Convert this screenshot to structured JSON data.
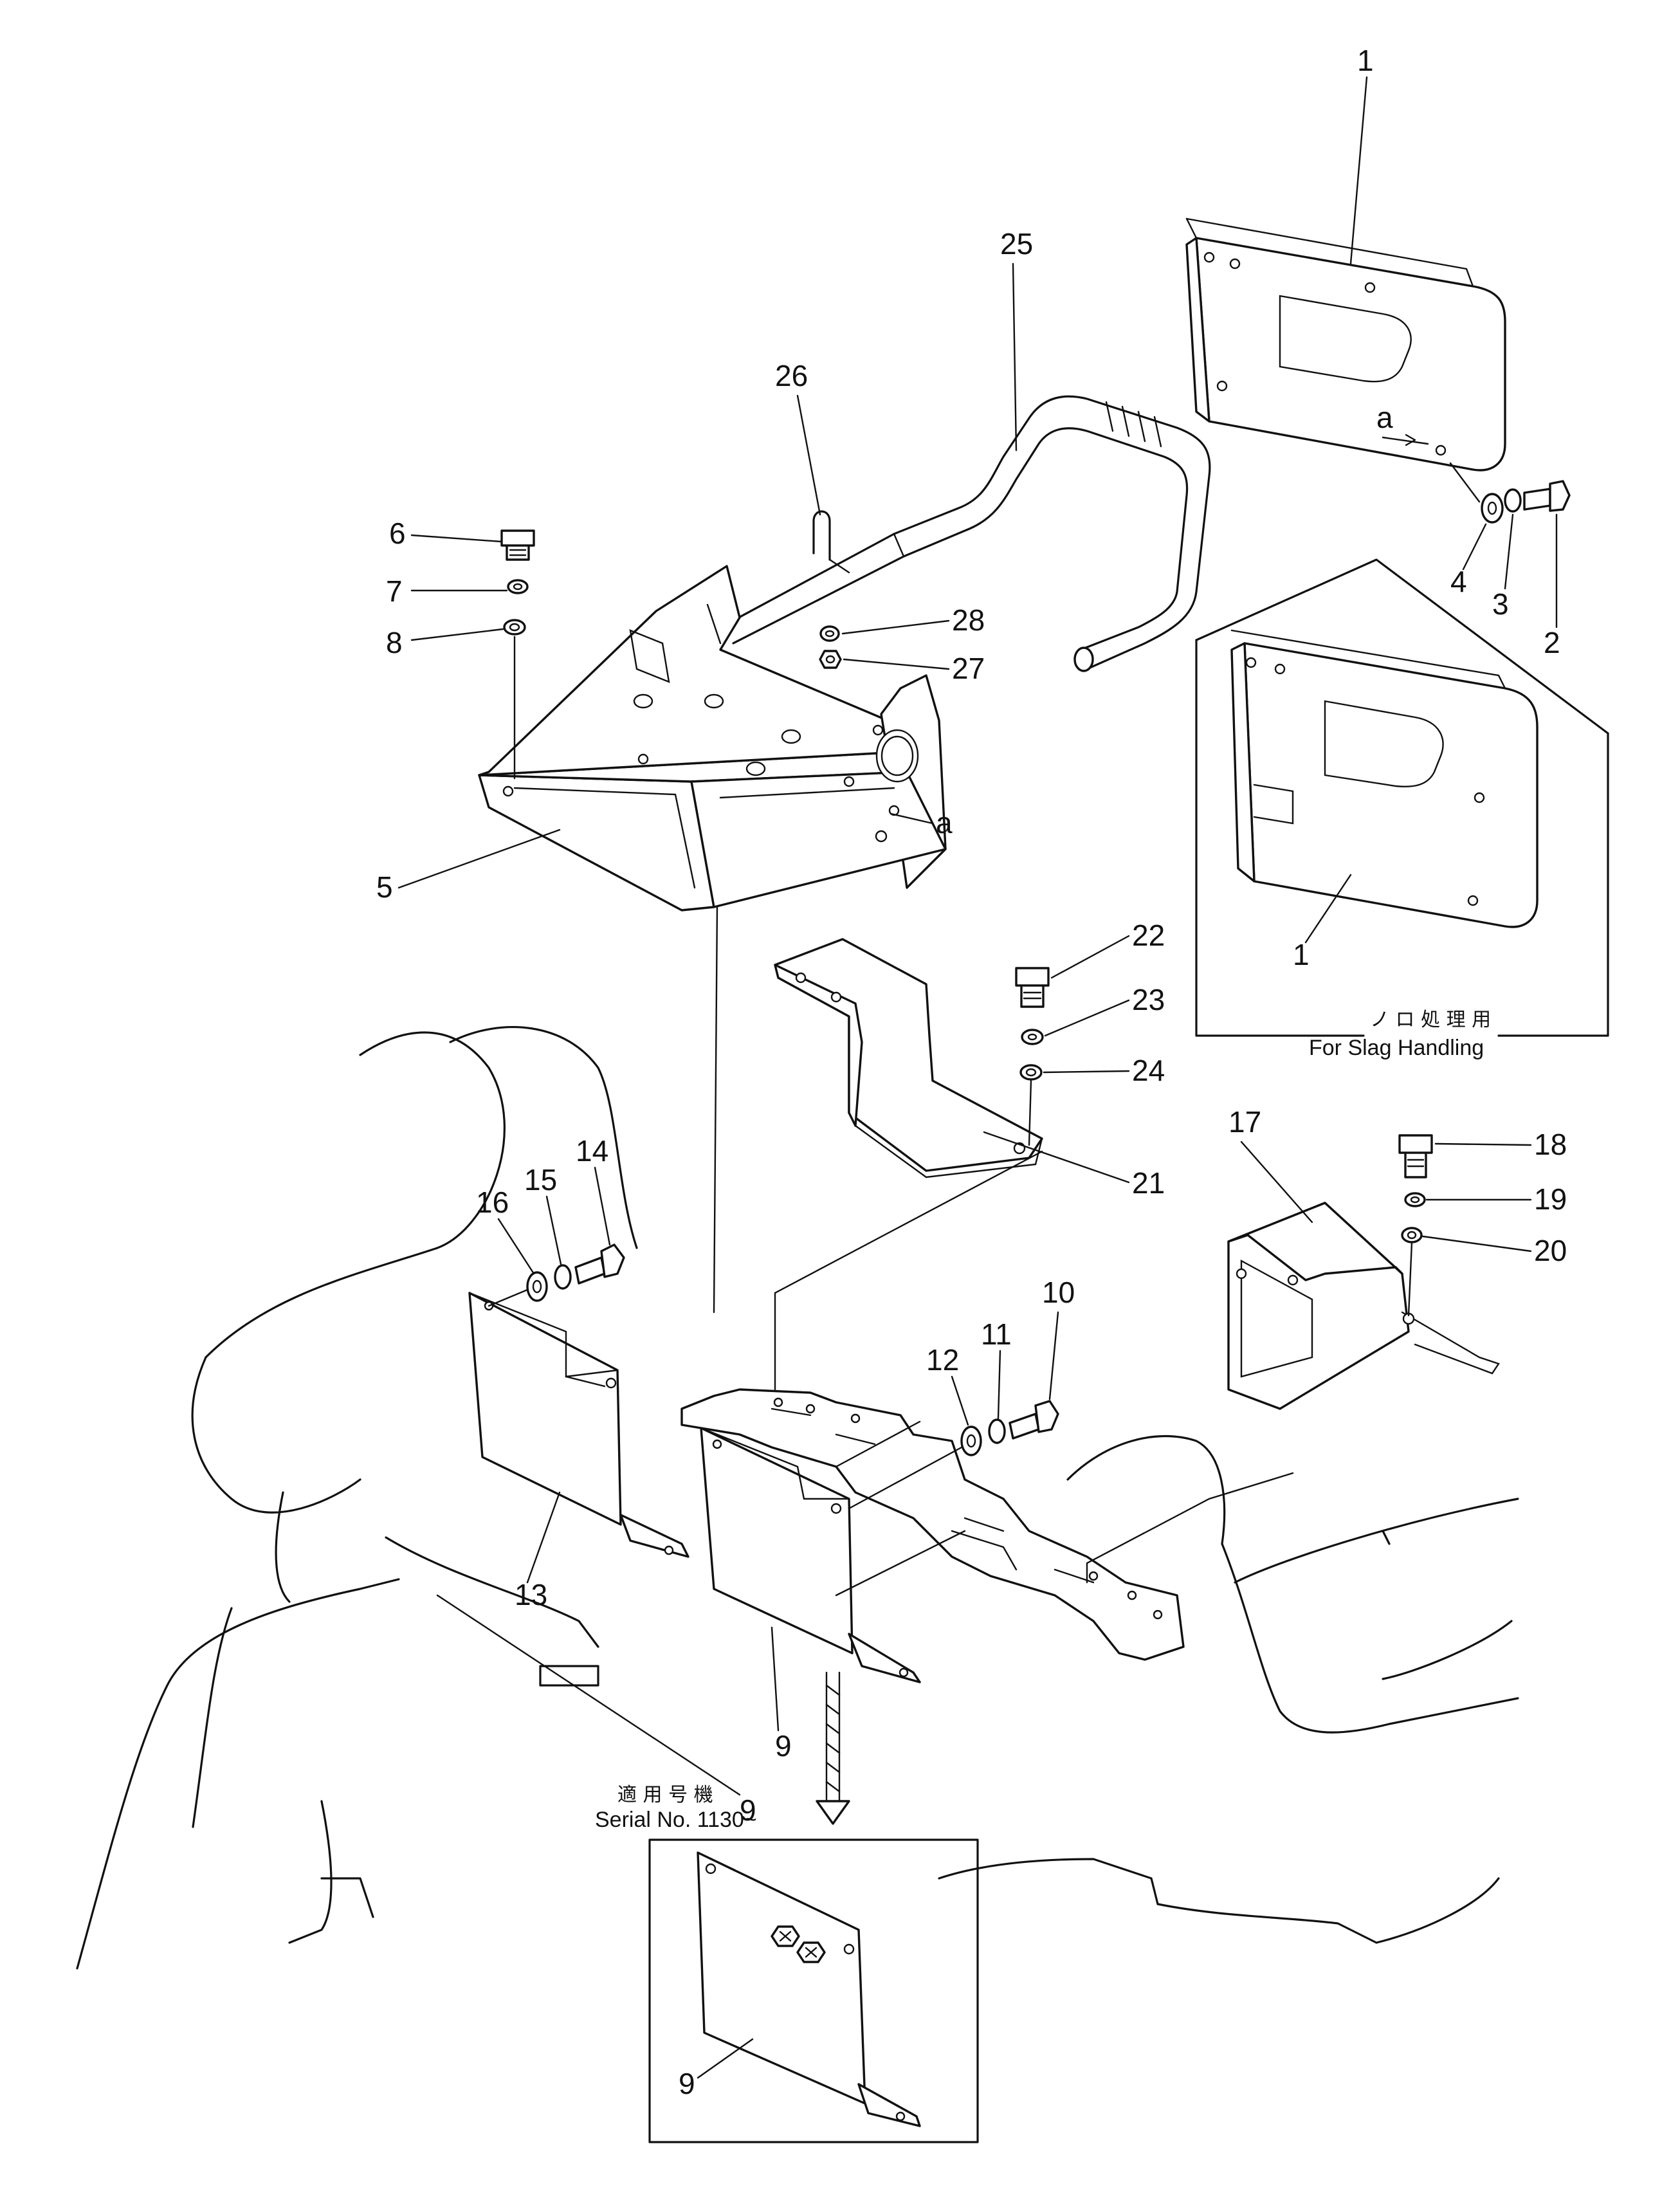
{
  "callouts": {
    "c1": "1",
    "c1b": "1",
    "c2": "2",
    "c3": "3",
    "c4": "4",
    "c5": "5",
    "c6": "6",
    "c7": "7",
    "c8": "8",
    "c9": "9",
    "c9b": "9",
    "c9c": "9",
    "c10": "10",
    "c11": "11",
    "c12": "12",
    "c13": "13",
    "c14": "14",
    "c15": "15",
    "c16": "16",
    "c17": "17",
    "c18": "18",
    "c19": "19",
    "c20": "20",
    "c21": "21",
    "c22": "22",
    "c23": "23",
    "c24": "24",
    "c25": "25",
    "c26": "26",
    "c27": "27",
    "c28": "28"
  },
  "reference_marks": {
    "a_top": "a",
    "a_frame": "a"
  },
  "variant_slag": {
    "label_jp": "ノ ロ 処 理 用",
    "label_en": "For Slag Handling"
  },
  "variant_serial": {
    "label_jp": "適 用 号 機",
    "label_en": "Serial No. 1130~"
  }
}
